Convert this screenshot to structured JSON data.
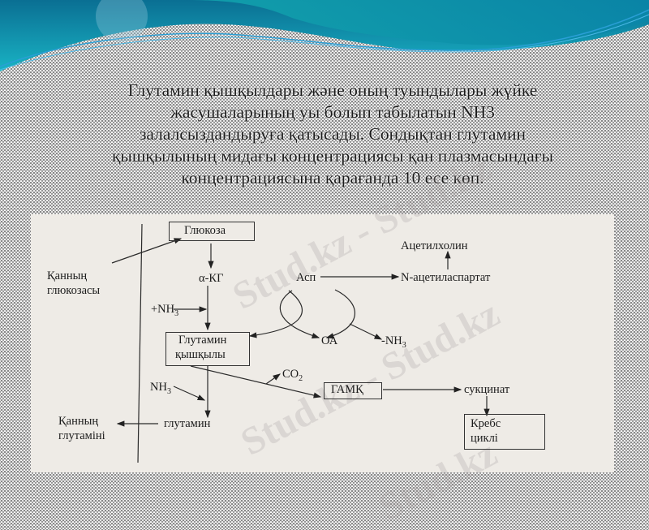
{
  "slide": {
    "title_lines": [
      "Глутамин қышқылдары және оның туындылары жүйке",
      "жасушаларының уы болып табылатын NH3",
      "залалсыздандыруға қатысады. Сондықтан глутамин",
      "қышқылының мидағы концентрациясы қан плазмасындағы",
      "концентрациясына қарағанда 10 есе көп."
    ],
    "colors": {
      "header_dark": "#0a6f93",
      "header_light": "#19b3c4",
      "diagram_bg": "#eeebe6",
      "text": "#1a1a1a"
    }
  },
  "diagram": {
    "nodes": {
      "glucose": "Глюкоза",
      "blood_glucose_1": "Қанның",
      "blood_glucose_2": "глюкозасы",
      "alpha_kg": "α-КГ",
      "plus_nh3": "+NH",
      "plus_nh3_sub": "3",
      "asp": "Асп",
      "acetylcholine": "Ацетилхолин",
      "n_acetylaspartate": "N-ацетиласпартат",
      "glutamic_acid_1": "Глутамин",
      "glutamic_acid_2": "қышқылы",
      "oa": "ОА",
      "minus_nh3": "-NH",
      "minus_nh3_sub": "3",
      "co2": "CO",
      "co2_sub": "2",
      "nh3": "NH",
      "nh3_sub": "3",
      "gaba": "ГАМҚ",
      "succinate": "сукцинат",
      "glutamine": "глутамин",
      "blood_glutamine_1": "Қанның",
      "blood_glutamine_2": "глутаміні",
      "krebs_1": "Кребс",
      "krebs_2": "циклі"
    },
    "watermarks": [
      "Stud.kz - Stud.kz",
      "Stud.kz - Stud.kz",
      "Stud.kz"
    ]
  }
}
